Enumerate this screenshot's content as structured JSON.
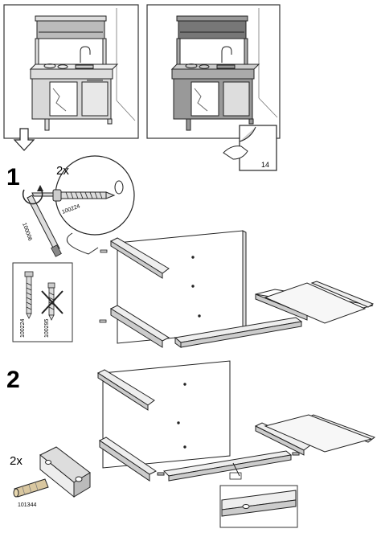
{
  "steps": {
    "step1": {
      "number": "1",
      "quantity": "2x",
      "screw_part": "100224",
      "tool_part": "100006"
    },
    "step2": {
      "number": "2",
      "quantity": "2x",
      "dowel_part": "101344"
    }
  },
  "parts_legend": {
    "correct_part": "100224",
    "wrong_part": "100295"
  },
  "page_ref": "14",
  "icons": [
    "down-arrow-icon",
    "page-turn-icon",
    "rotate-icon",
    "cross-icon"
  ]
}
